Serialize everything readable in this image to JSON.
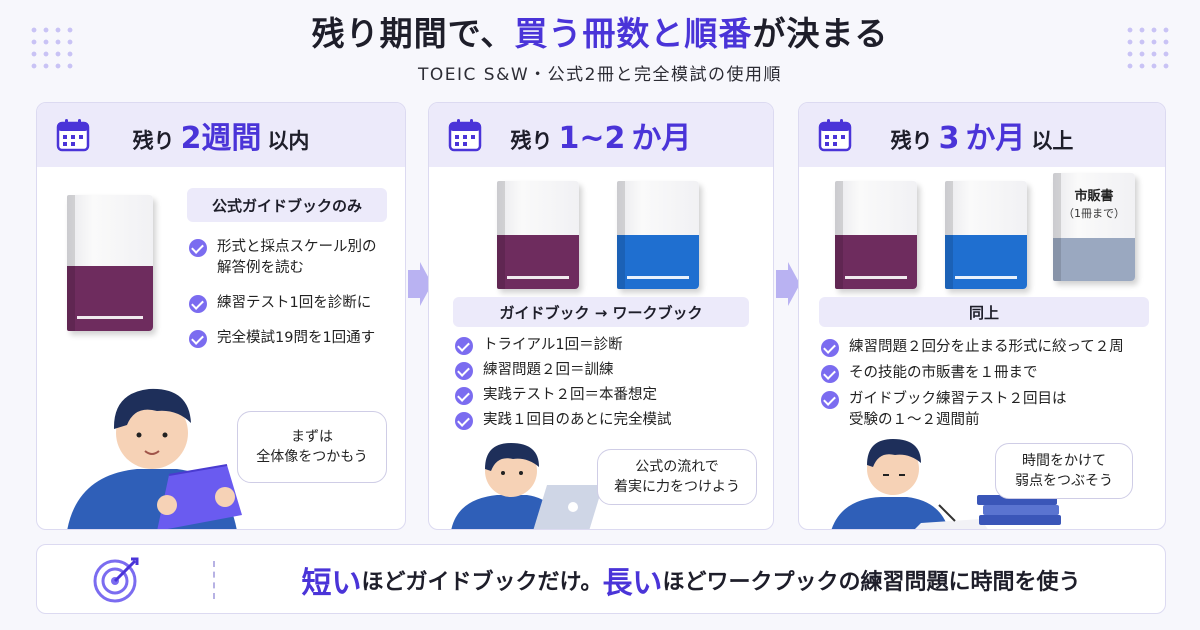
{
  "header": {
    "title_part1": "残り期間で、",
    "title_highlight": "買う冊数と順番",
    "title_part2": "が決まる",
    "subtitle": "TOEIC S&W・公式2冊と完全模試の使用順"
  },
  "panels": [
    {
      "head_prefix": "残り",
      "head_big": "2週間",
      "head_suffix": "以内",
      "pill": "公式ガイドブックのみ",
      "items": [
        "形式と採点スケール別の\n解答例を読む",
        "練習テスト1回を診断に",
        "完全模試19問を1回通す"
      ],
      "bubble": "まずは\n全体像をつかもう"
    },
    {
      "head_prefix": "残り",
      "head_big": "1~2",
      "head_suffix": "か月",
      "pill": "ガイドブック → ワークブック",
      "items": [
        "トライアル1回＝診断",
        "練習問題２回＝訓練",
        "実践テスト２回＝本番想定",
        "実践１回目のあとに完全模試"
      ],
      "bubble": "公式の流れで\n着実に力をつけよう"
    },
    {
      "head_prefix": "残り",
      "head_big": "3",
      "head_suffix": "か月",
      "head_tail": "以上",
      "book_label": "市販書",
      "book_sublabel": "（1冊まで）",
      "pill": "同上",
      "items": [
        "練習問題２回分を止まる形式に絞って２周",
        "その技能の市販書を１冊まで",
        "ガイドブック練習テスト２回目は\n受験の１～２週間前"
      ],
      "bubble": "時間をかけて\n弱点をつぶそう"
    }
  ],
  "footer": {
    "em1": "短い",
    "text1": "ほどガイドブックだけ。",
    "em2": "長い",
    "text2": "ほどワークプックの練習問題に時間を使う"
  },
  "colors": {
    "accent": "#4a34d8",
    "guidebook": "#6e2c5e",
    "workbook": "#1f6fd0",
    "thirdparty": "#9aa8c0",
    "panel_head": "#eceafa"
  }
}
